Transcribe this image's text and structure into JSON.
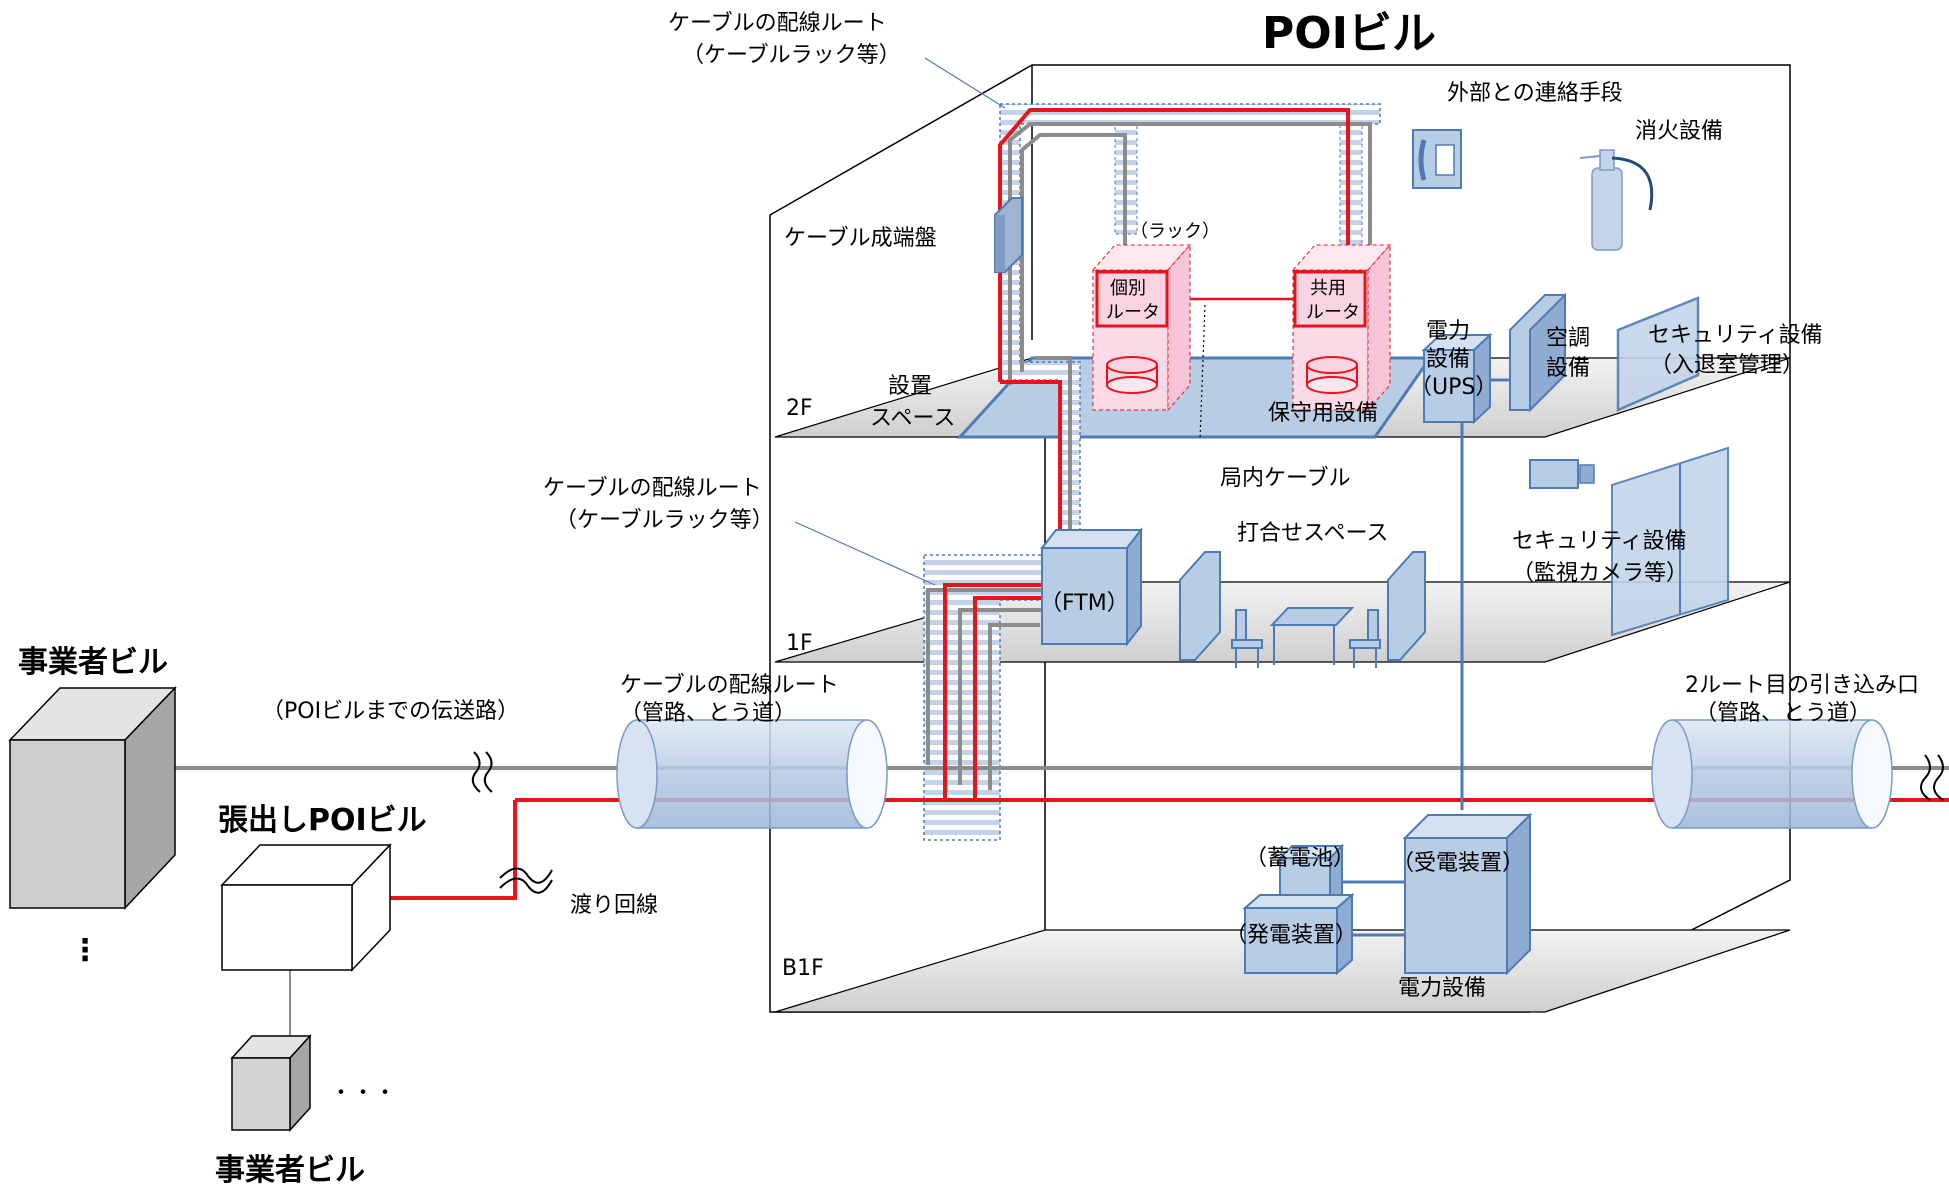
{
  "title": "POIビル",
  "left_building_label": "事業者ビル",
  "bottom_building_label": "事業者ビル",
  "annex_label": "張出しPOIビル",
  "ellipsis_vertical": "⋮",
  "ellipsis_horizontal": "・・・",
  "transmission_label": "（POIビルまでの伝送路）",
  "crossing_line_label": "渡り回線",
  "floors": {
    "f2": "2F",
    "f1": "1F",
    "b1": "B1F"
  },
  "cable_route_top": {
    "line1": "ケーブルの配線ルート",
    "line2": "（ケーブルラック等）"
  },
  "cable_route_mid": {
    "line1": "ケーブルの配線ルート",
    "line2": "（ケーブルラック等）"
  },
  "cable_route_conduit": {
    "line1": "ケーブルの配線ルート",
    "line2": "（管路、とう道）"
  },
  "second_route": {
    "line1": "2ルート目の引き込み口",
    "line2": "（管路、とう道）"
  },
  "cable_terminal": "ケーブル成端盤",
  "rack_label": "（ラック）",
  "router_individual": {
    "line1": "個別",
    "line2": "ルータ"
  },
  "router_shared": {
    "line1": "共用",
    "line2": "ルータ"
  },
  "install_space": {
    "line1": "設置",
    "line2": "スペース"
  },
  "maintenance": "保守用設備",
  "external_comm": "外部との連絡手段",
  "fire": "消火設備",
  "power_ups": {
    "line1": "電力",
    "line2": "設備",
    "line3": "（UPS）"
  },
  "aircon": {
    "line1": "空調",
    "line2": "設備"
  },
  "security_entry": {
    "line1": "セキュリティ設備",
    "line2": "（入退室管理）"
  },
  "indoor_cable": "局内ケーブル",
  "meeting_space": "打合せスペース",
  "security_camera": {
    "line1": "セキュリティ設備",
    "line2": "（監視カメラ等）"
  },
  "ftm": "（FTM）",
  "battery": "（蓄電池）",
  "generator": "（発電装置）",
  "receiver": "（受電装置）",
  "power_b1": "電力設備",
  "colors": {
    "red": "#e8141c",
    "gray": "#8c8c8c",
    "blue": "#4f7bb5",
    "light_blue": "#bcd0e8",
    "pink": "#fbd4e4",
    "floor": "#d9d9d9"
  }
}
